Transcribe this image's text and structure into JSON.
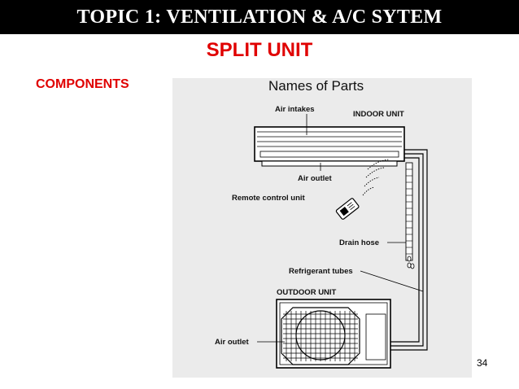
{
  "header": {
    "title": "TOPIC 1: VENTILATION & A/C SYTEM"
  },
  "slide": {
    "subtitle": "SPLIT UNIT",
    "section_label": "COMPONENTS",
    "page_number": "34"
  },
  "diagram": {
    "title": "Names of Parts",
    "labels": {
      "air_intakes": "Air intakes",
      "indoor_unit": "INDOOR UNIT",
      "air_outlet_indoor": "Air outlet",
      "remote_control": "Remote control unit",
      "drain_hose": "Drain hose",
      "refrigerant_tubes": "Refrigerant tubes",
      "outdoor_unit": "OUTDOOR UNIT",
      "air_outlet_outdoor": "Air outlet"
    }
  }
}
